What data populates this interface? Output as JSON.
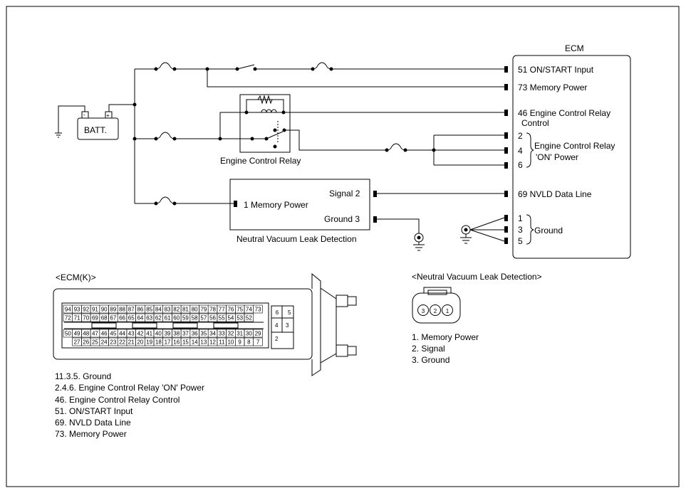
{
  "ecm": {
    "title": "ECM",
    "pins": [
      {
        "num": "51",
        "label": "51 ON/START Input"
      },
      {
        "num": "73",
        "label": "73 Memory Power"
      },
      {
        "num": "46",
        "label": "46 Engine Control Relay",
        "label2": "Control"
      },
      {
        "num": "2",
        "label": "2"
      },
      {
        "num": "4",
        "label": "4"
      },
      {
        "num": "6",
        "label": "6"
      },
      {
        "num": "69",
        "label": "69 NVLD Data Line"
      },
      {
        "num": "1",
        "label": "1"
      },
      {
        "num": "3",
        "label": "3"
      },
      {
        "num": "5",
        "label": "5"
      }
    ],
    "group_relay_power": [
      "Engine Control Relay",
      "'ON' Power"
    ],
    "group_ground": "Ground"
  },
  "battery": {
    "label": "BATT.",
    "minus": "-",
    "plus": "+"
  },
  "relay": {
    "label": "Engine Control Relay"
  },
  "nvld": {
    "title": "Neutral Vacuum Leak Detection",
    "left_pin": "1 Memory Power",
    "right_pins": [
      "Signal 2",
      "Ground 3"
    ]
  },
  "ecm_k": {
    "title": "<ECM(K)>",
    "row1": [
      "94",
      "93",
      "92",
      "91",
      "90",
      "89",
      "88",
      "87",
      "86",
      "85",
      "84",
      "83",
      "82",
      "81",
      "80",
      "79",
      "78",
      "77",
      "76",
      "75",
      "74",
      "73"
    ],
    "row2": [
      "72",
      "71",
      "70",
      "69",
      "68",
      "67",
      "66",
      "65",
      "64",
      "63",
      "62",
      "61",
      "60",
      "59",
      "58",
      "57",
      "56",
      "55",
      "54",
      "53",
      "52"
    ],
    "row3": [
      "50",
      "49",
      "48",
      "47",
      "46",
      "45",
      "44",
      "43",
      "42",
      "41",
      "40",
      "39",
      "38",
      "37",
      "36",
      "35",
      "34",
      "33",
      "32",
      "31",
      "30",
      "29"
    ],
    "row4": [
      "27",
      "26",
      "25",
      "24",
      "23",
      "22",
      "21",
      "20",
      "19",
      "18",
      "17",
      "16",
      "15",
      "14",
      "13",
      "12",
      "11",
      "10",
      "9",
      "8",
      "7"
    ],
    "side": [
      "6",
      "5",
      "4",
      "3",
      "2"
    ],
    "legend": [
      "11.3.5. Ground",
      "2.4.6. Engine Control Relay 'ON' Power",
      "46. Engine Control Relay Control",
      "51. ON/START Input",
      "69. NVLD Data Line",
      "73. Memory Power"
    ]
  },
  "nvld_conn": {
    "title": "<Neutral Vacuum Leak Detection>",
    "pins": [
      "3",
      "2",
      "1"
    ],
    "legend": [
      "1. Memory Power",
      "2. Signal",
      "3. Ground"
    ]
  }
}
